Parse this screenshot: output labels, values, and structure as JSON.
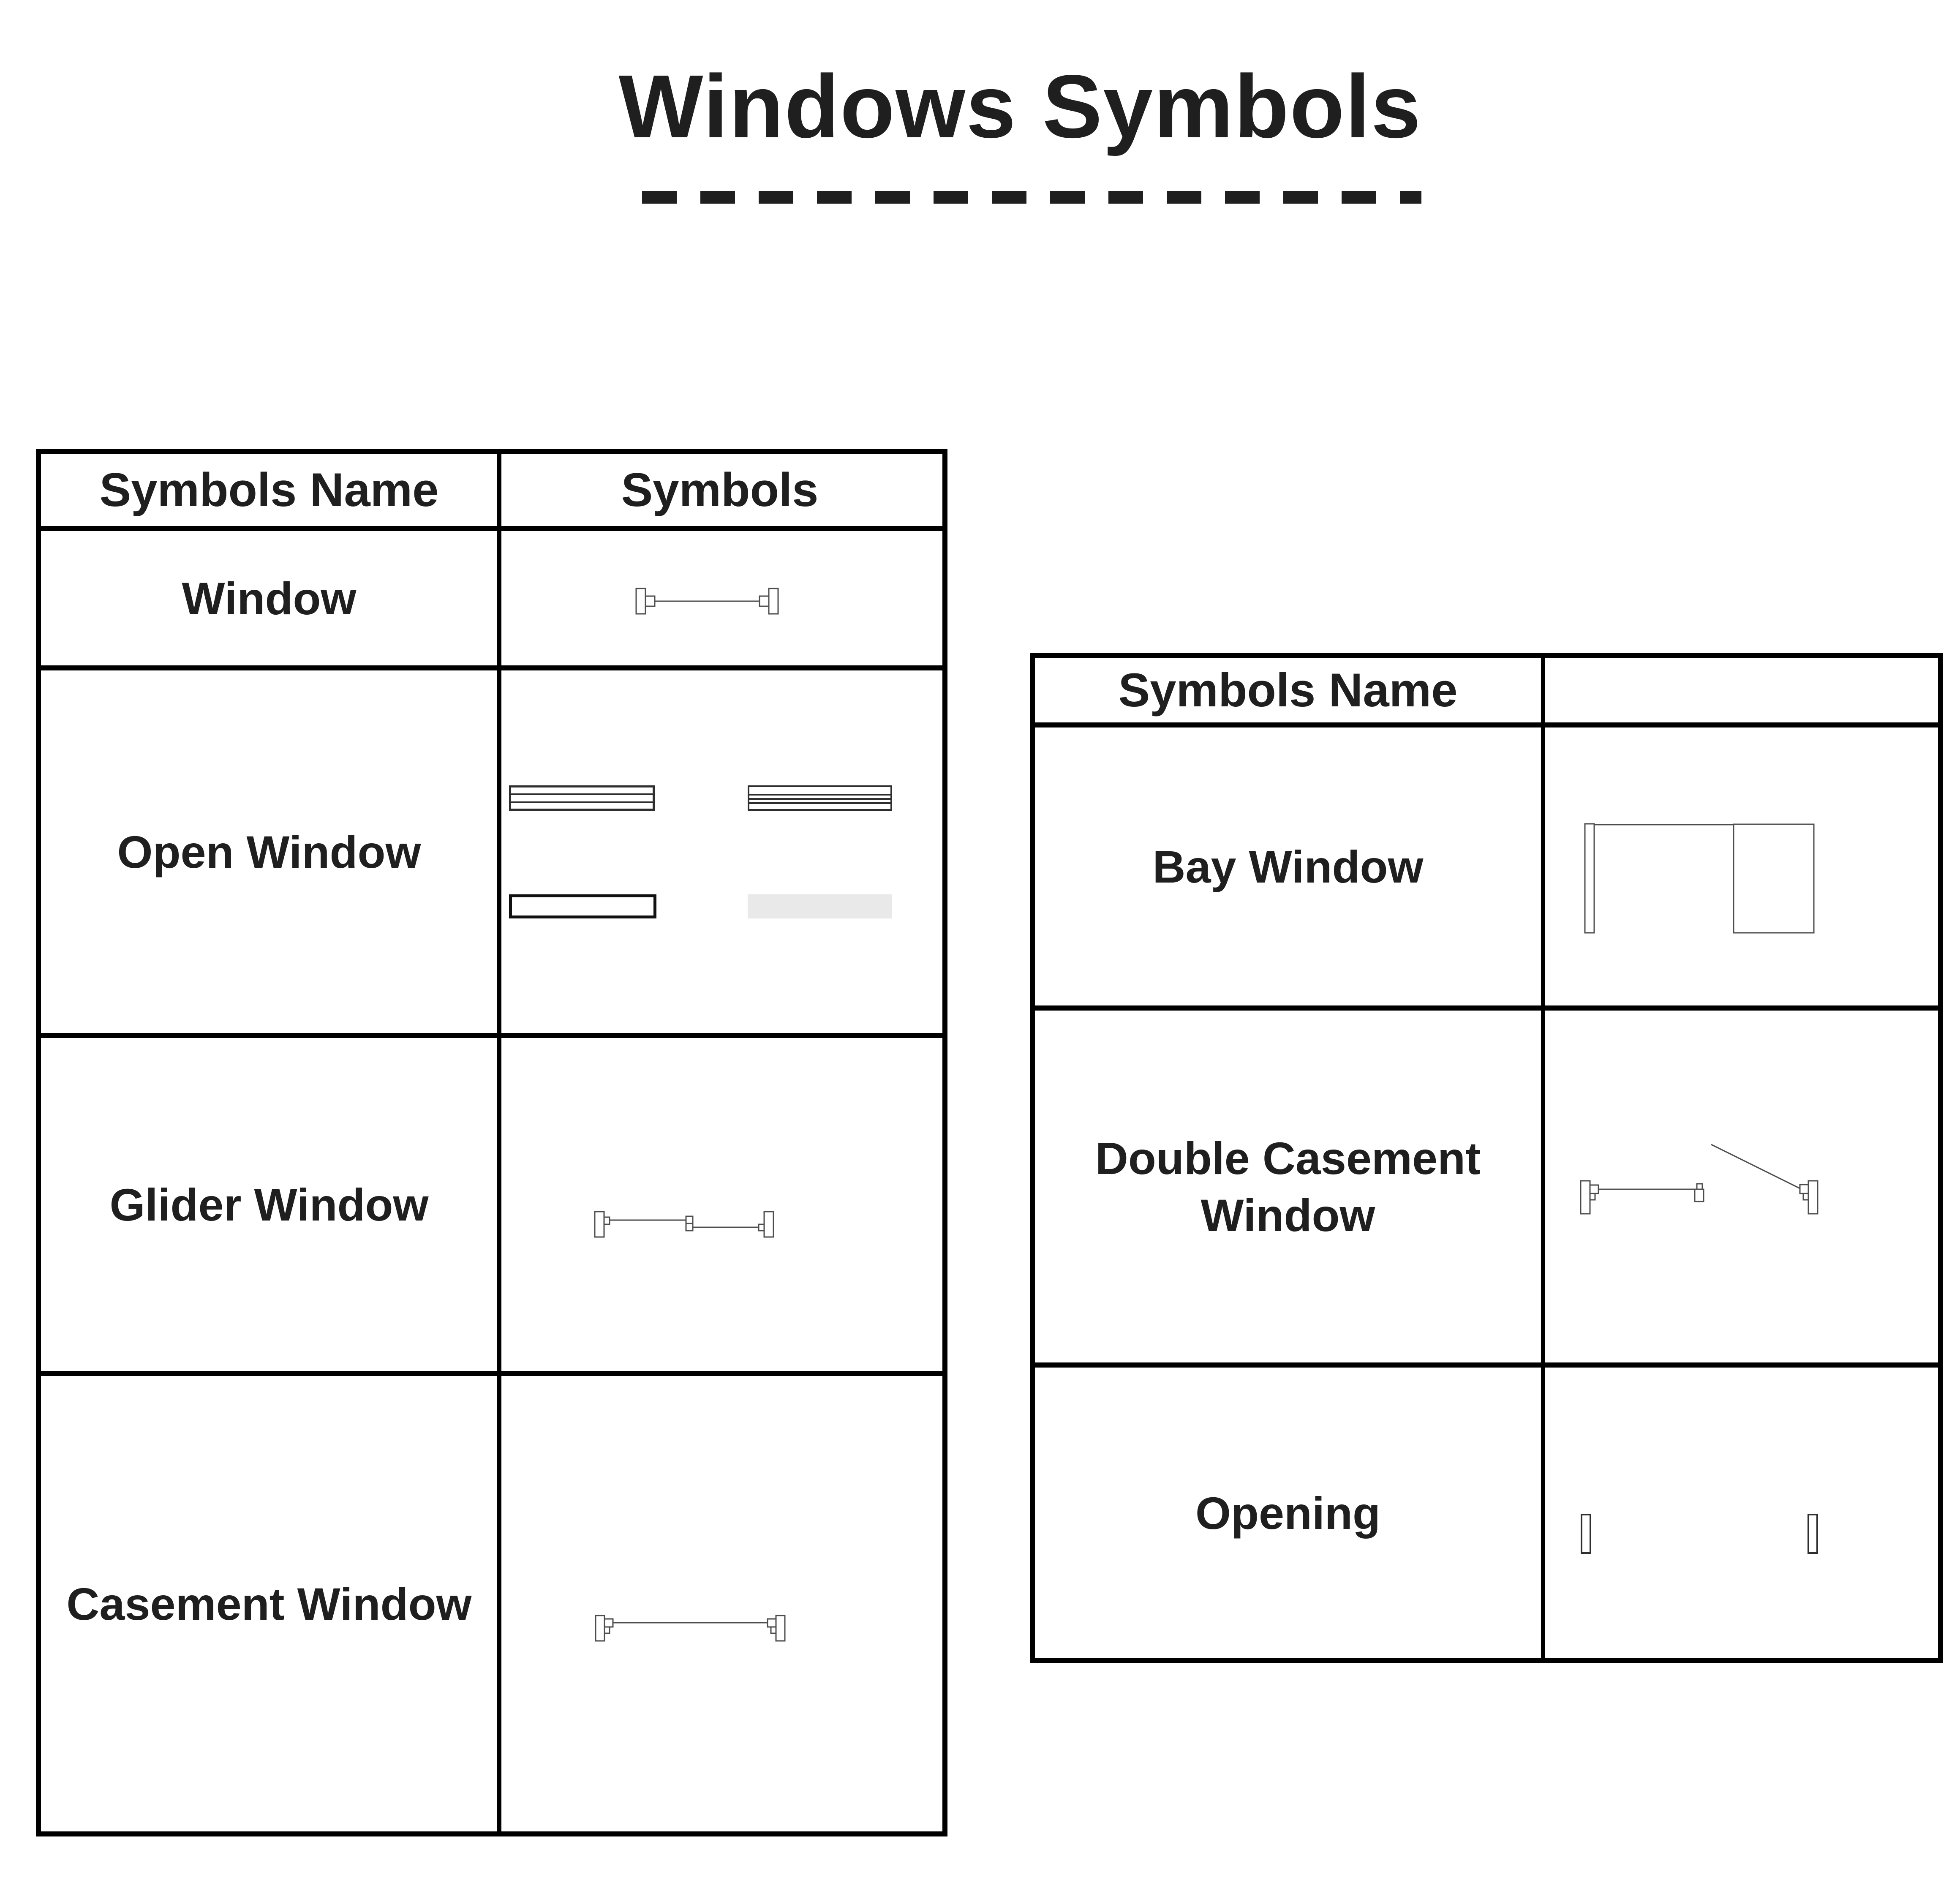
{
  "title": "Windows Symbols",
  "colors": {
    "text": "#1f1f1f",
    "border": "#000000",
    "symbol_stroke": "#4d4d4d",
    "symbol_stroke_dark": "#2e2e2e",
    "gray_fill": "#e9e9e9",
    "bg": "#ffffff"
  },
  "left_table": {
    "headers": [
      "Symbols Name",
      "Symbols"
    ],
    "rows": [
      {
        "name": "Window",
        "symbol": "window-plan-symbol"
      },
      {
        "name": "Open Window",
        "symbol": "open-window-symbol-group"
      },
      {
        "name": "Glider Window",
        "symbol": "glider-window-symbol"
      },
      {
        "name": "Casement Window",
        "symbol": "casement-window-symbol"
      }
    ]
  },
  "right_table": {
    "headers": [
      "Symbols Name",
      ""
    ],
    "rows": [
      {
        "name": "Bay Window",
        "symbol": "bay-window-symbol"
      },
      {
        "name": "Double Casement Window",
        "symbol": "double-casement-window-symbol"
      },
      {
        "name": "Opening",
        "symbol": "opening-symbol"
      }
    ]
  }
}
